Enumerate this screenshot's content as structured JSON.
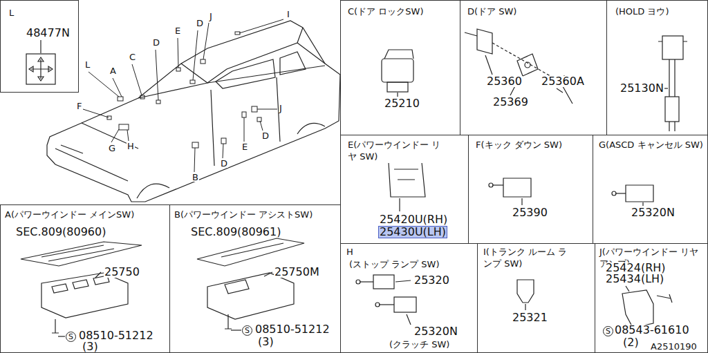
{
  "diagram": {
    "nodes": [
      {
        "text": [
          "L"
        ]
      },
      {
        "text": [
          "C(ドア ロックSW)"
        ]
      },
      {
        "text": [
          "D(ドア SW)"
        ]
      },
      {
        "text": [
          "(HOLD ヨウ)"
        ]
      },
      {
        "text": [
          "E(パワーウインドー リヤ SW)"
        ]
      },
      {
        "text": [
          "F(キック ダウン SW)"
        ]
      },
      {
        "text": [
          "G(ASCD キャンセル SW)"
        ]
      },
      {
        "text": [
          "A(パワーウインドー メインSW)"
        ]
      },
      {
        "text": [
          "B(パワーウインドー アシストSW)"
        ]
      },
      {
        "text": [
          "H",
          "(ストップ ランプ SW)"
        ]
      },
      {
        "text": [
          "I(トランク ルーム ランプ SW)"
        ]
      },
      {
        "text": [
          "J(パワーウインドー リヤ アンプ)"
        ]
      }
    ],
    "labels": [
      "L",
      "A",
      "C",
      "D",
      "E",
      "D",
      "J",
      "I",
      "F",
      "G",
      "H",
      "B",
      "D",
      "E",
      "J",
      "D",
      "48477N",
      "25210",
      "25360",
      "25369",
      "25360A",
      "25130N",
      "25420U(RH)",
      "25430U(LH)",
      "25390",
      "25320N",
      "SEC.809(80960)",
      "25750",
      "S",
      "08510-51212",
      "(3)",
      "SEC.809(80961)",
      "25750M",
      "S",
      "08510-51212",
      "(3)",
      "25320",
      "25320N",
      "(クラッチ SW)",
      "25321",
      "25424(RH)",
      "25434(LH)",
      "S",
      "08543-61610",
      "(2)",
      "A2510190"
    ]
  }
}
